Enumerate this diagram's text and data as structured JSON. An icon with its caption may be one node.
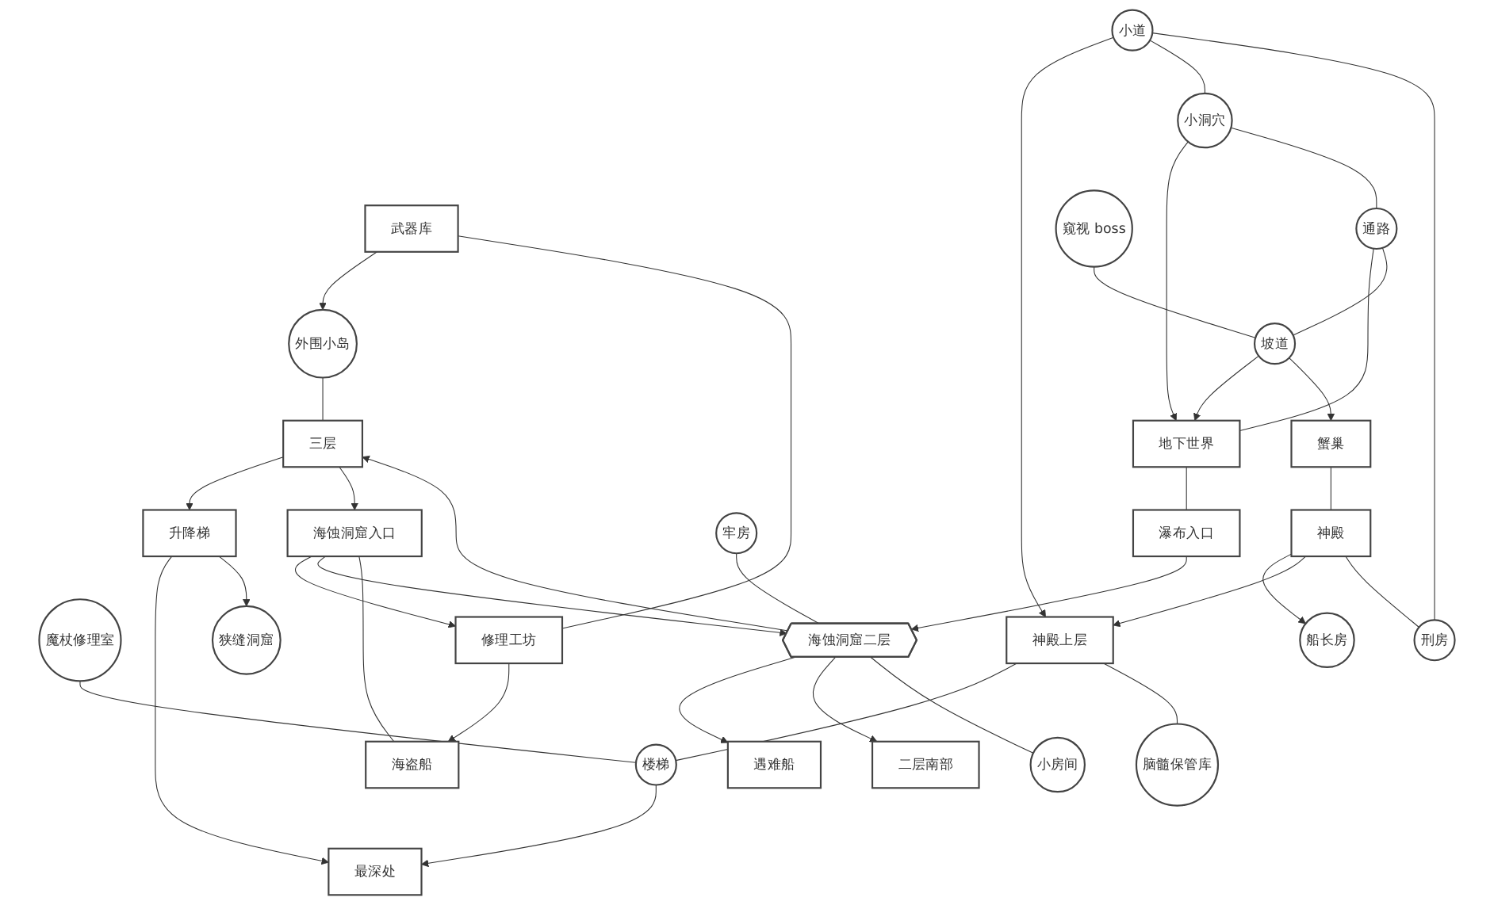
{
  "diagram": {
    "nodes": [
      {
        "text": [
          "最深处"
        ]
      },
      {
        "text": [
          "升降梯"
        ]
      },
      {
        "text": [
          "楼梯"
        ]
      },
      {
        "text": [
          "魔杖修理室"
        ]
      },
      {
        "text": [
          "脑髓保管库"
        ]
      },
      {
        "text": [
          "狭缝洞窟"
        ]
      },
      {
        "text": [
          "武器库"
        ]
      },
      {
        "text": [
          "修理工坊"
        ]
      },
      {
        "text": [
          "海盗船"
        ]
      },
      {
        "text": [
          "外围小岛"
        ]
      },
      {
        "text": [
          "神殿上层"
        ]
      },
      {
        "text": [
          "小道"
        ]
      },
      {
        "text": [
          "小洞穴"
        ]
      },
      {
        "text": [
          "海蚀洞窟入口"
        ]
      },
      {
        "text": [
          "三层"
        ]
      },
      {
        "text": [
          "通路"
        ]
      },
      {
        "text": [
          "地下世界"
        ]
      },
      {
        "text": [
          "瀑布入口"
        ]
      },
      {
        "text": [
          "海蚀洞窟二层"
        ]
      },
      {
        "text": [
          "牢房"
        ]
      },
      {
        "text": [
          "刑房"
        ]
      },
      {
        "text": [
          "神殿"
        ]
      },
      {
        "text": [
          "窥视 boss"
        ]
      },
      {
        "text": [
          "坡道"
        ]
      },
      {
        "text": [
          "遇难船"
        ]
      },
      {
        "text": [
          "二层南部"
        ]
      },
      {
        "text": [
          "蟹巢"
        ]
      },
      {
        "text": [
          "小房间"
        ]
      },
      {
        "text": [
          "船长房"
        ]
      }
    ],
    "edges": [
      {
        "from": 1,
        "to": 0,
        "arrow": "to"
      },
      {
        "from": 2,
        "to": 0,
        "arrow": "to"
      },
      {
        "from": 1,
        "to": 5,
        "arrow": "to"
      },
      {
        "from": 14,
        "to": 1,
        "arrow": "to"
      },
      {
        "from": 6,
        "to": 9,
        "arrow": "to"
      },
      {
        "from": 7,
        "to": 8,
        "arrow": "to"
      },
      {
        "from": 6,
        "to": 7,
        "arrow": "none"
      },
      {
        "from": 8,
        "to": 13,
        "arrow": "none"
      },
      {
        "from": 9,
        "to": 14,
        "arrow": "none"
      },
      {
        "from": 14,
        "to": 13,
        "arrow": "to"
      },
      {
        "from": 13,
        "to": 7,
        "arrow": "to"
      },
      {
        "from": 13,
        "to": 18,
        "arrow": "to"
      },
      {
        "from": 19,
        "to": 18,
        "arrow": "none"
      },
      {
        "from": 17,
        "to": 18,
        "arrow": "to"
      },
      {
        "from": 16,
        "to": 17,
        "arrow": "none"
      },
      {
        "from": 18,
        "to": 14,
        "arrow": "to"
      },
      {
        "from": 18,
        "to": 24,
        "arrow": "to"
      },
      {
        "from": 18,
        "to": 25,
        "arrow": "to"
      },
      {
        "from": 18,
        "to": 27,
        "arrow": "none"
      },
      {
        "from": 12,
        "to": 16,
        "arrow": "to"
      },
      {
        "from": 15,
        "to": 16,
        "arrow": "none"
      },
      {
        "from": 15,
        "to": 23,
        "arrow": "none"
      },
      {
        "from": 23,
        "to": 16,
        "arrow": "to"
      },
      {
        "from": 22,
        "to": 23,
        "arrow": "none"
      },
      {
        "from": 23,
        "to": 26,
        "arrow": "to"
      },
      {
        "from": 26,
        "to": 21,
        "arrow": "none"
      },
      {
        "from": 21,
        "to": 28,
        "arrow": "to"
      },
      {
        "from": 21,
        "to": 10,
        "arrow": "to"
      },
      {
        "from": 21,
        "to": 20,
        "arrow": "none"
      },
      {
        "from": 20,
        "to": 11,
        "arrow": "none"
      },
      {
        "from": 11,
        "to": 10,
        "arrow": "to"
      },
      {
        "from": 11,
        "to": 12,
        "arrow": "none"
      },
      {
        "from": 12,
        "to": 15,
        "arrow": "none"
      },
      {
        "from": 10,
        "to": 2,
        "arrow": "none"
      },
      {
        "from": 3,
        "to": 2,
        "arrow": "none"
      },
      {
        "from": 10,
        "to": 4,
        "arrow": "none"
      }
    ]
  }
}
